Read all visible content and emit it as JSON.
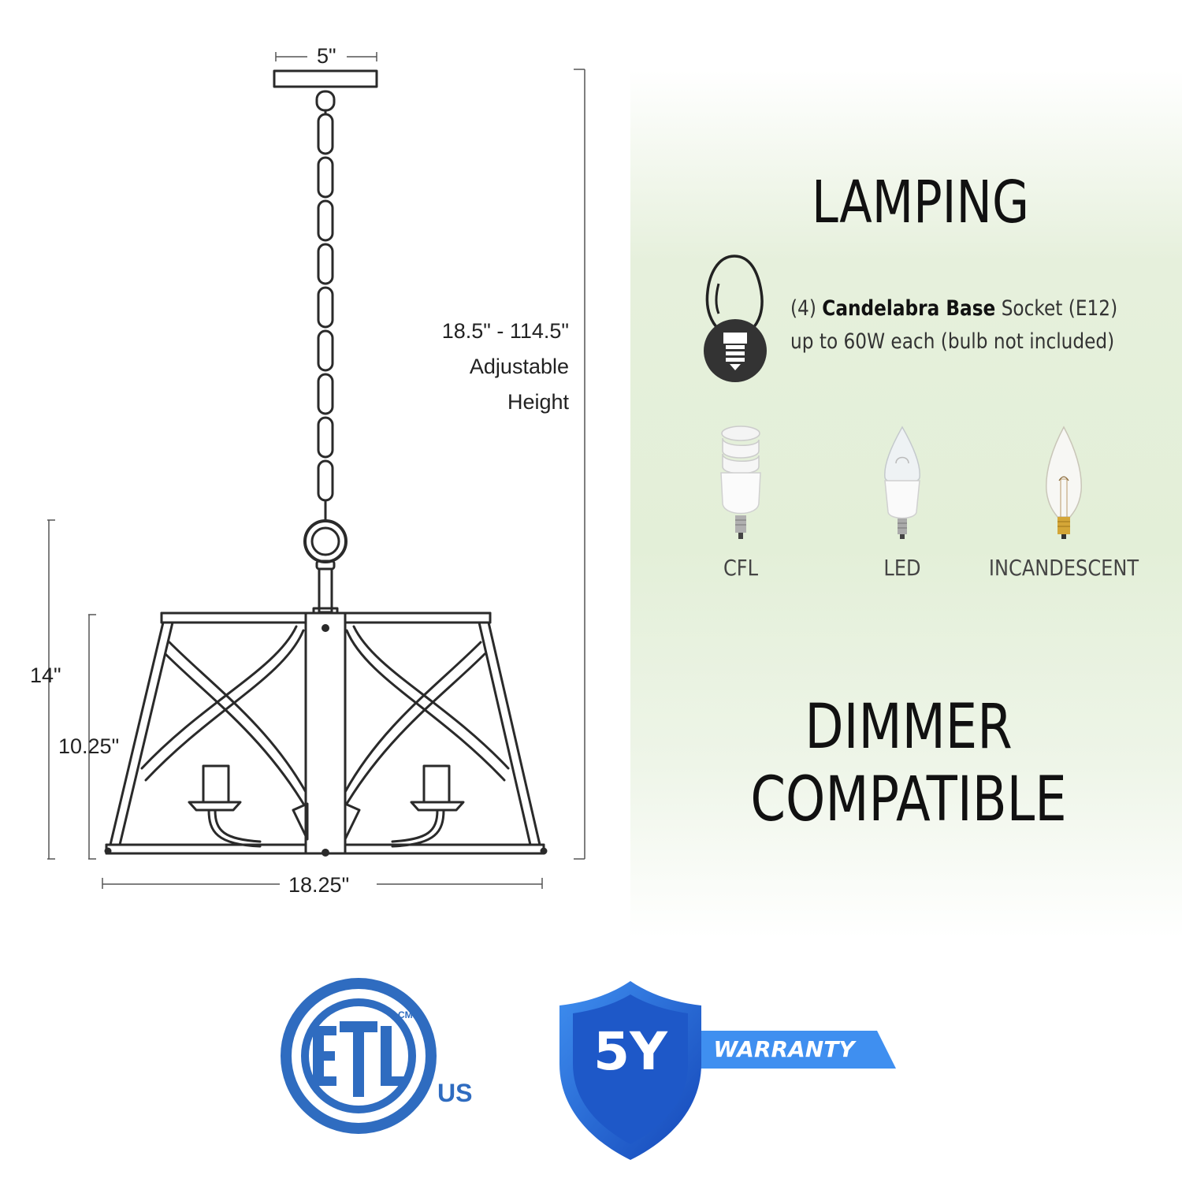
{
  "dimensions": {
    "canopy_width": "5\"",
    "overall_height_line1": "18.5\" - 114.5\"",
    "overall_height_line2": "Adjustable",
    "overall_height_line3": "Height",
    "fixture_height": "14\"",
    "shade_height": "10.25\"",
    "fixture_width": "18.25\""
  },
  "lamping": {
    "title": "LAMPING",
    "count": "(4)",
    "base_type": "Candelabra Base",
    "socket": "Socket (E12)",
    "wattage": "up to 60W each (bulb not included)"
  },
  "bulb_types": [
    {
      "label": "CFL",
      "icon": "cfl-bulb-icon"
    },
    {
      "label": "LED",
      "icon": "led-bulb-icon"
    },
    {
      "label": "INCANDESCENT",
      "icon": "incandescent-bulb-icon"
    }
  ],
  "dimmer": {
    "line1": "DIMMER",
    "line2": "COMPATIBLE"
  },
  "certifications": {
    "etl_logo": "ETL",
    "etl_cm": "CM",
    "etl_us": "US",
    "warranty_years": "5Y",
    "warranty_label": "WARRANTY"
  },
  "colors": {
    "etl_blue": "#2f6cc0",
    "warranty_blue": "#1f5fd0",
    "warranty_light": "#3f8ff0",
    "panel_green": "#e3efd8",
    "line": "#222222"
  }
}
